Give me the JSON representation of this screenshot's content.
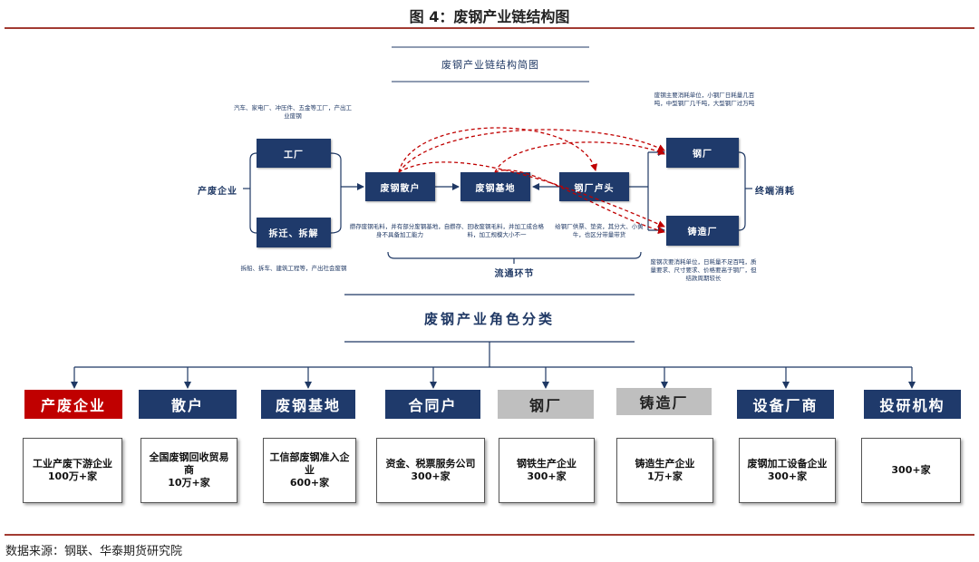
{
  "figure_title": "图 4：废钢产业链结构图",
  "chain": {
    "header": "废钢产业链结构简图",
    "producer_label": "产废企业",
    "factory": "工厂",
    "factory_note": "汽车、家电厂、冲压件、五金等工厂，产出工业废钢",
    "demolition": "拆迁、拆解",
    "demolition_note": "拆船、拆车、建筑工程等，产出社会废钢",
    "retail": "废钢散户",
    "retail_note": "攒存废钢毛料，并有部分废钢基地，自身不具备加工能力",
    "base": "废钢基地",
    "base_note": "攒存、回收废钢毛料，并加工成合格料，加工规模大小不一",
    "account": "钢厂卢头",
    "account_note": "给钢厂供票、垫资，其分大、小黄牛，也区分带量带货",
    "circulation_label": "流通环节",
    "steel_mill": "钢厂",
    "steel_mill_note": "废钢主要消耗单位，小钢厂日耗量几百吨，中型钢厂几千吨，大型钢厂过万吨",
    "foundry": "铸造厂",
    "foundry_note": "废钢次要消耗单位，日耗量不足百吨，质量要求、尺寸要求、价格要高于钢厂，但结款周期较长",
    "terminal_label": "终端消耗"
  },
  "roles": {
    "title": "废钢产业角色分类",
    "items": [
      {
        "name": "产废企业",
        "desc": "工业产废下游企业",
        "count": "100万+家",
        "color": "#C00000"
      },
      {
        "name": "散户",
        "desc": "全国废钢回收贸易商",
        "count": "10万+家",
        "color": "#1F3A6B"
      },
      {
        "name": "废钢基地",
        "desc": "工信部废钢准入企业",
        "count": "600+家",
        "color": "#1F3A6B"
      },
      {
        "name": "合同户",
        "desc": "资金、税票服务公司",
        "count": "300+家",
        "color": "#1F3A6B"
      },
      {
        "name": "钢厂",
        "desc": "钢铁生产企业",
        "count": "300+家",
        "color": "#BFBFBF"
      },
      {
        "name": "铸造厂",
        "desc": "铸造生产企业",
        "count": "1万+家",
        "color": "#BFBFBF"
      },
      {
        "name": "设备厂商",
        "desc": "废钢加工设备企业",
        "count": "300+家",
        "color": "#1F3A6B"
      },
      {
        "name": "投研机构",
        "count": "300+家",
        "color": "#1F3A6B"
      }
    ]
  },
  "colors": {
    "node_fill": "#1F3A6B",
    "flow_dashed": "#C00000",
    "rule": "#A23B32"
  },
  "source": "数据来源：钢联、华泰期货研究院"
}
